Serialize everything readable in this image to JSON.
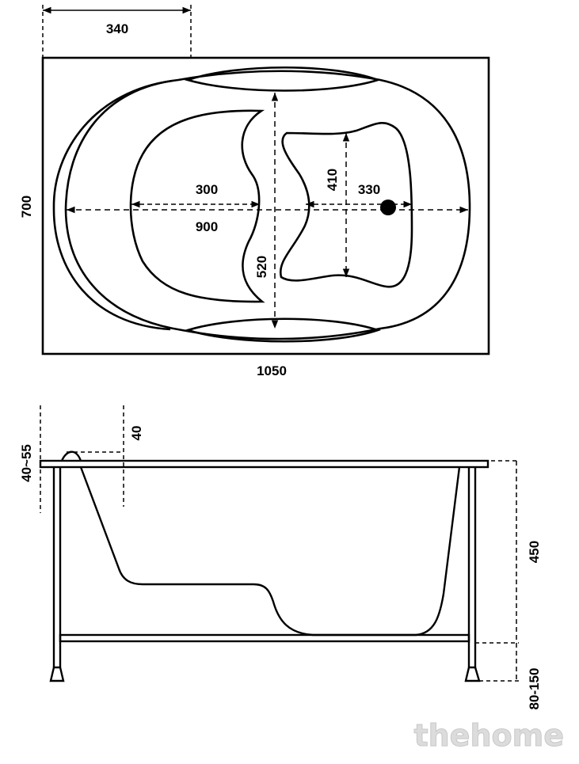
{
  "top_view": {
    "dimensions": {
      "corner_offset": "340",
      "height": "700",
      "length": "1050",
      "seat_width": "300",
      "inner_length": "900",
      "drain_offset": "330",
      "foot_well_height": "410",
      "center_height": "520"
    }
  },
  "side_view": {
    "dimensions": {
      "rim_height": "40~55",
      "rim_thickness": "40",
      "tub_depth": "450",
      "leg_height": "80-150"
    }
  },
  "watermark": "thehome"
}
